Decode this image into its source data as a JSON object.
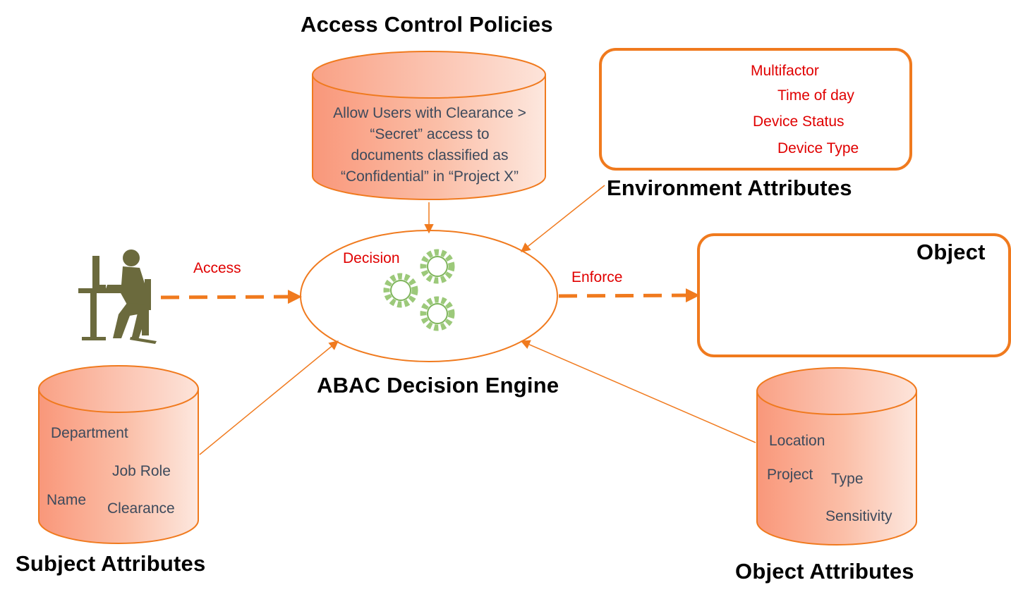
{
  "policies": {
    "title": "Access Control Policies",
    "lines": [
      "Allow Users with Clearance >",
      "“Secret” access to",
      "documents classified as",
      "“Confidential” in “Project X”"
    ]
  },
  "environment": {
    "title": "Environment Attributes",
    "items": [
      "Multifactor",
      "Time of day",
      "Device Status",
      "Device Type"
    ]
  },
  "engine": {
    "title": "ABAC Decision Engine",
    "decision_label": "Decision"
  },
  "object": {
    "title": "Object"
  },
  "subject": {
    "title": "Subject Attributes",
    "items": [
      "Department",
      "Job Role",
      "Name",
      "Clearance"
    ]
  },
  "object_attributes": {
    "title": "Object Attributes",
    "items": [
      "Location",
      "Project",
      "Type",
      "Sensitivity"
    ]
  },
  "flows": {
    "access": "Access",
    "enforce": "Enforce"
  },
  "colors": {
    "accent": "#f07a1e",
    "cylinder_dark": "#f9997a",
    "cylinder_light": "#fde8df",
    "red_text": "#e00000",
    "dark_text": "#3d4a5c",
    "gear": "#9cc97a",
    "user_silhouette": "#6b6a3d"
  }
}
